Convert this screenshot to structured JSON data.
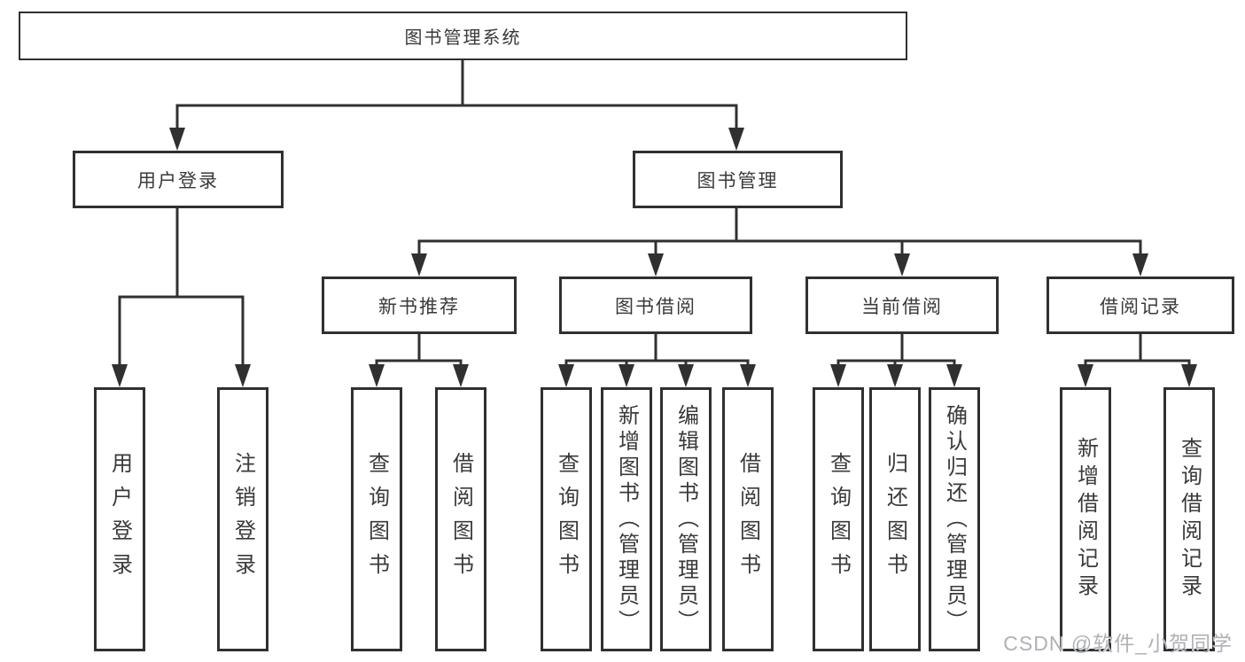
{
  "colors": {
    "line": "#303030",
    "text": "#3a3a3a",
    "watermark": "#aeb1b6",
    "background": "#ffffff"
  },
  "watermark": "CSDN @软件_小贺同学",
  "tree": {
    "root": {
      "label": "图书管理系统"
    },
    "children": [
      {
        "label": "用户登录",
        "children": [
          {
            "label": "用户登录"
          },
          {
            "label": "注销登录"
          }
        ]
      },
      {
        "label": "图书管理",
        "children": [
          {
            "label": "新书推荐",
            "children": [
              {
                "label": "查询图书"
              },
              {
                "label": "借阅图书"
              }
            ]
          },
          {
            "label": "图书借阅",
            "children": [
              {
                "label": "查询图书"
              },
              {
                "label": "新增图书（管理员）"
              },
              {
                "label": "编辑图书（管理员）"
              },
              {
                "label": "借阅图书"
              }
            ]
          },
          {
            "label": "当前借阅",
            "children": [
              {
                "label": "查询图书"
              },
              {
                "label": "归还图书"
              },
              {
                "label": "确认归还（管理员）"
              }
            ]
          },
          {
            "label": "借阅记录",
            "children": [
              {
                "label": "新增借阅记录"
              },
              {
                "label": "查询借阅记录"
              }
            ]
          }
        ]
      }
    ]
  }
}
